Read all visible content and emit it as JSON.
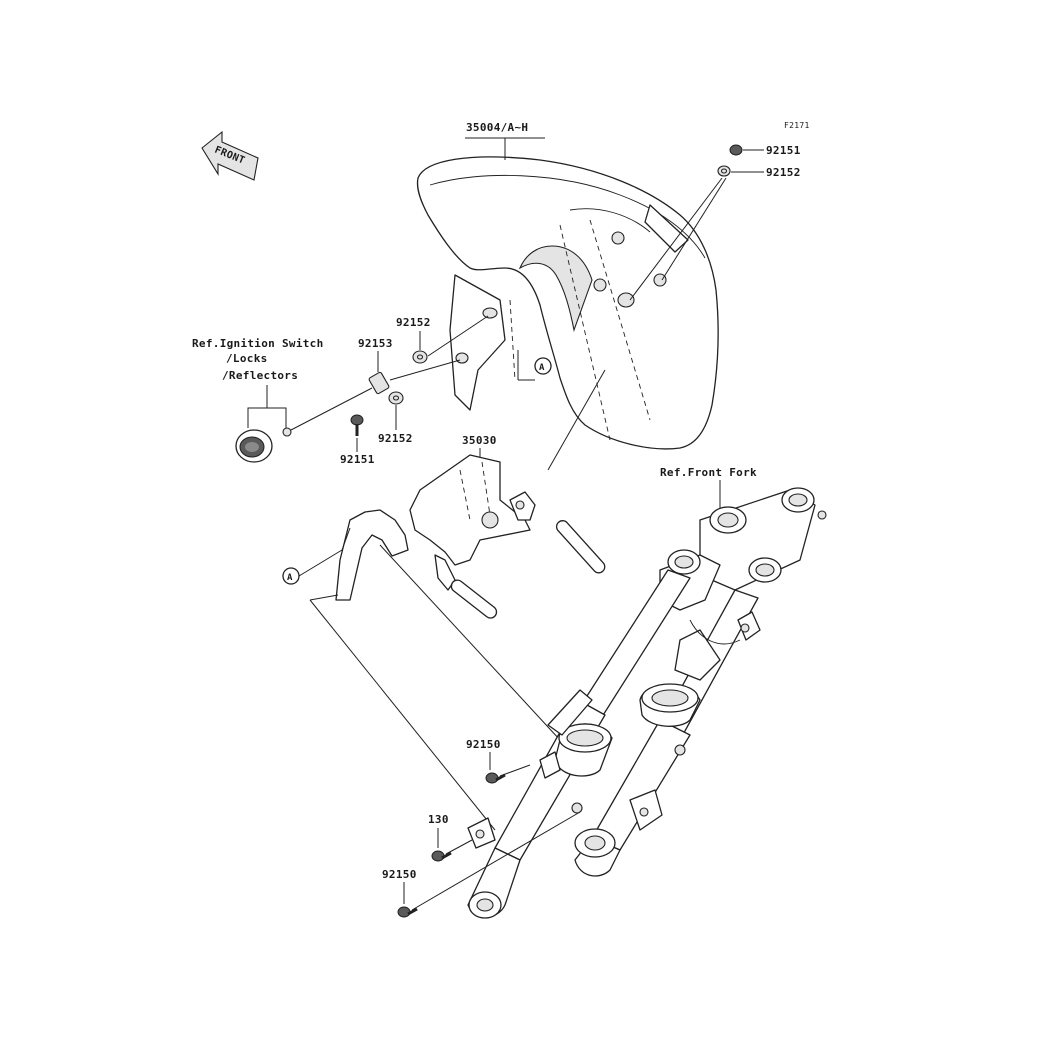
{
  "figure_code": "F2171",
  "front_label": "FRONT",
  "labels": {
    "fender": "35004/A~H",
    "bolt_top": "92151",
    "washer_top": "92152",
    "washer_mid": "92152",
    "collar": "92153",
    "washer_low": "92152",
    "bolt_low": "92151",
    "bracket": "35030",
    "ref_ignition_1": "Ref.Ignition Switch",
    "ref_ignition_2": "/Locks",
    "ref_ignition_3": "/Reflectors",
    "ref_front_fork": "Ref.Front Fork",
    "bolt_fork_upper": "92150",
    "bolt_130": "130",
    "bolt_fork_lower": "92150",
    "callout_a": "A"
  }
}
